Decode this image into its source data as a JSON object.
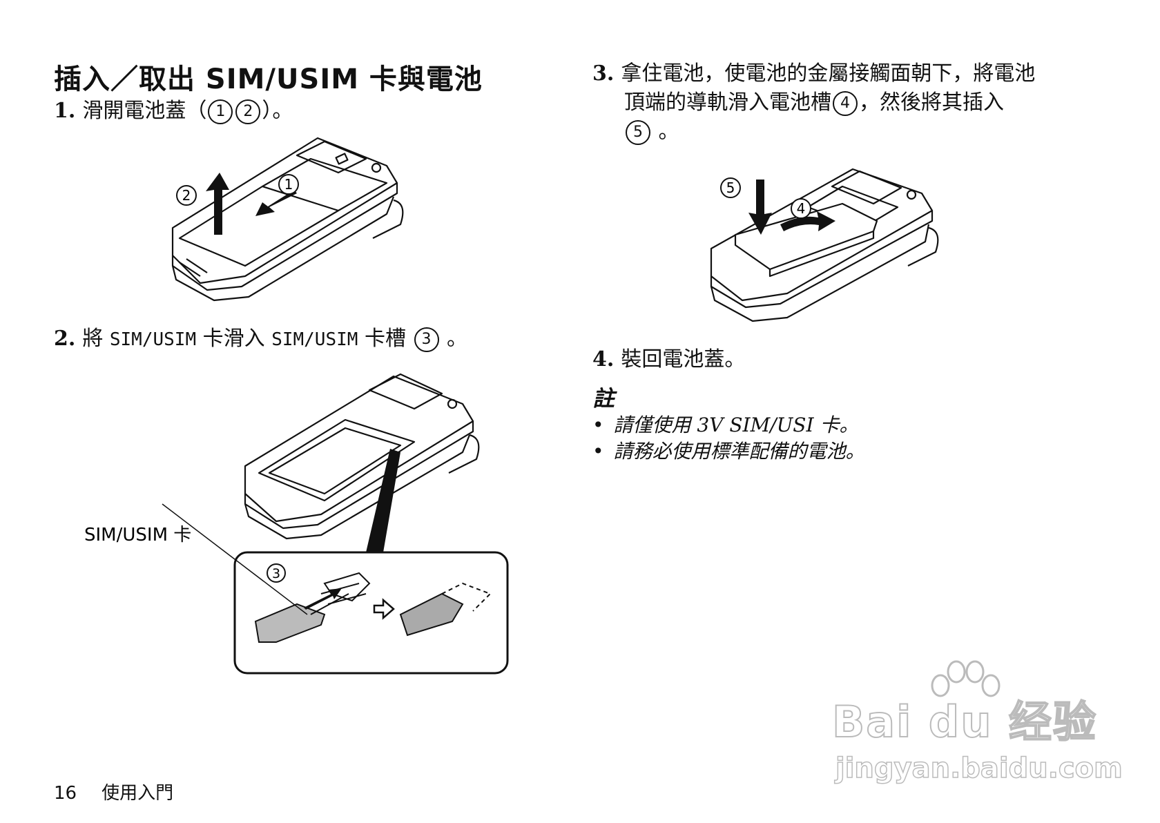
{
  "page": {
    "title": "插入／取出 SIM/USIM 卡與電池",
    "steps": [
      {
        "num": "1.",
        "text": "滑開電池蓋（",
        "c1": "1",
        "c2": "2",
        "tail": "）。"
      },
      {
        "num": "2.",
        "t1": "將 ",
        "m1": "SIM/USIM",
        "t2": " 卡滑入 ",
        "m2": "SIM/USIM",
        "t3": " 卡槽 ",
        "c1": "3",
        "tail": " 。"
      },
      {
        "num": "3.",
        "line1": "拿住電池，使電池的金屬接觸面朝下，將電池",
        "line2": "頂端的導軌滑入電池槽",
        "c1": "4",
        "line2b": "，然後將其插入",
        "c2": "5",
        "line3": " 。"
      },
      {
        "num": "4.",
        "text": "裝回電池蓋。"
      }
    ],
    "figure2_label": "SIM/USIM 卡",
    "figure_callouts": [
      "1",
      "2",
      "3",
      "4",
      "5"
    ],
    "note": {
      "heading": "註",
      "bullets": [
        "請僅使用 3V SIM/USI 卡。",
        "請務必使用標準配備的電池。"
      ]
    },
    "footer": {
      "page_number": "16",
      "section": "使用入門"
    },
    "watermark": {
      "brand": "Bai du 经验",
      "url": "jingyan.baidu.com"
    }
  }
}
